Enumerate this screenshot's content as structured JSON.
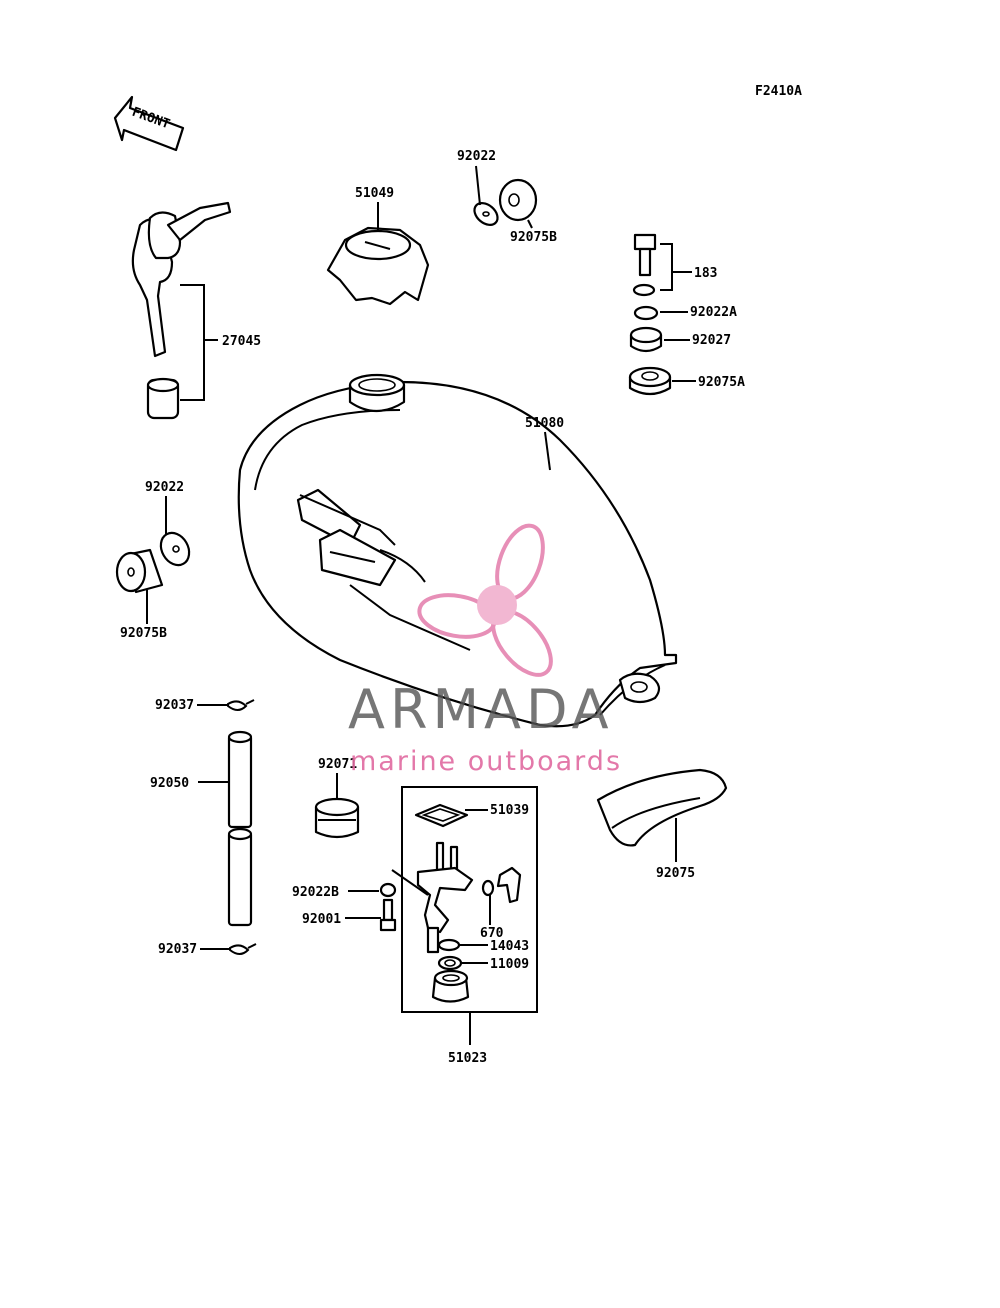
{
  "figure_code": "F2410A",
  "front_arrow_text": "FRONT",
  "labels": {
    "p27045": "27045",
    "p51049": "51049",
    "p92022_top": "92022",
    "p92075B_top": "92075B",
    "p183": "183",
    "p92022A": "92022A",
    "p92027": "92027",
    "p92075A": "92075A",
    "p51080": "51080",
    "p92022_left": "92022",
    "p92075B_left": "92075B",
    "p92037_top": "92037",
    "p92050": "92050",
    "p92037_bottom": "92037",
    "p92071": "92071",
    "p51039": "51039",
    "p92022B": "92022B",
    "p92001": "92001",
    "p670": "670",
    "p14043": "14043",
    "p11009": "11009",
    "p51023": "51023",
    "p92075": "92075"
  },
  "watermark": {
    "brand": "ARMADA",
    "tagline": "marine outboards",
    "brand_color": "#555555",
    "accent_color": "#e06aa0"
  }
}
